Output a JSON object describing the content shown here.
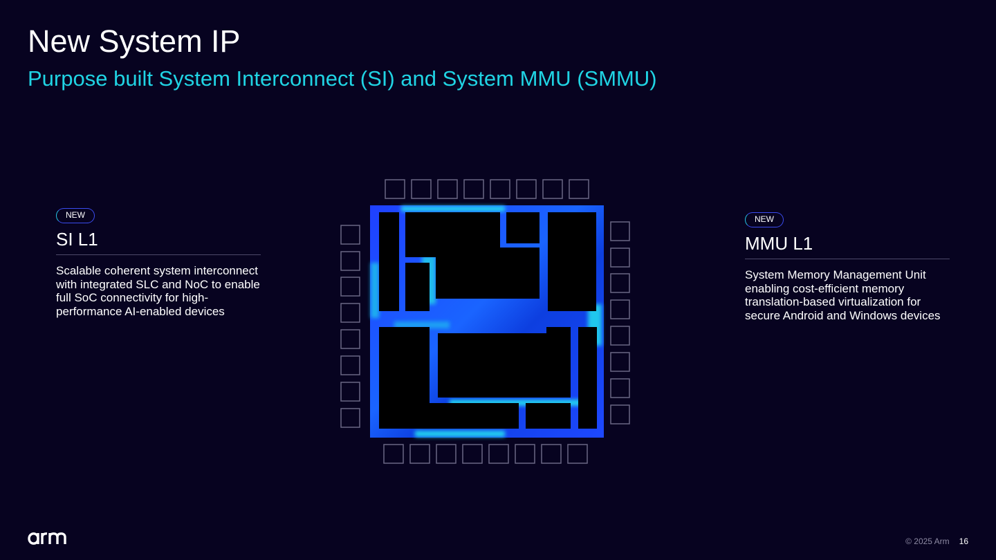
{
  "title": "New System IP",
  "subtitle": "Purpose built System Interconnect (SI) and System MMU (SMMU)",
  "left_panel": {
    "badge": "NEW",
    "heading": "SI L1",
    "body": "Scalable coherent system interconnect with integrated SLC and NoC to enable full SoC connectivity for high-performance AI-enabled devices"
  },
  "right_panel": {
    "badge": "NEW",
    "heading": "MMU L1",
    "body": "System Memory Management Unit enabling cost-efficient memory translation-based virtualization for secure Android and Windows devices"
  },
  "illustration": {
    "icon": "chip-diagram-icon",
    "colors": {
      "accent": "#20d4e4",
      "blue": "#1f5cff",
      "pad_outline": "#6a6784"
    }
  },
  "footer": {
    "logo": "arm",
    "copyright": "© 2025 Arm",
    "page_number": "16"
  }
}
